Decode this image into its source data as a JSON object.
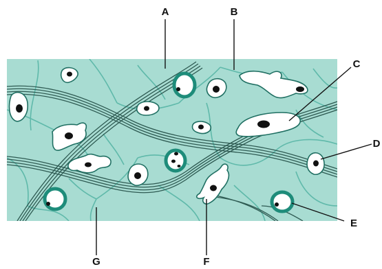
{
  "colors": {
    "matrix": "#a8dcd2",
    "matrix_fiber": "#5fb9aa",
    "collagen": "#2e5a52",
    "cell_outline": "#1f6f62",
    "nucleus": "#111111",
    "ring_cell": "#1e8c7a",
    "leader": "#111111"
  },
  "labels": {
    "A": "A",
    "B": "B",
    "C": "C",
    "D": "D",
    "E": "E",
    "F": "F",
    "G": "G"
  }
}
